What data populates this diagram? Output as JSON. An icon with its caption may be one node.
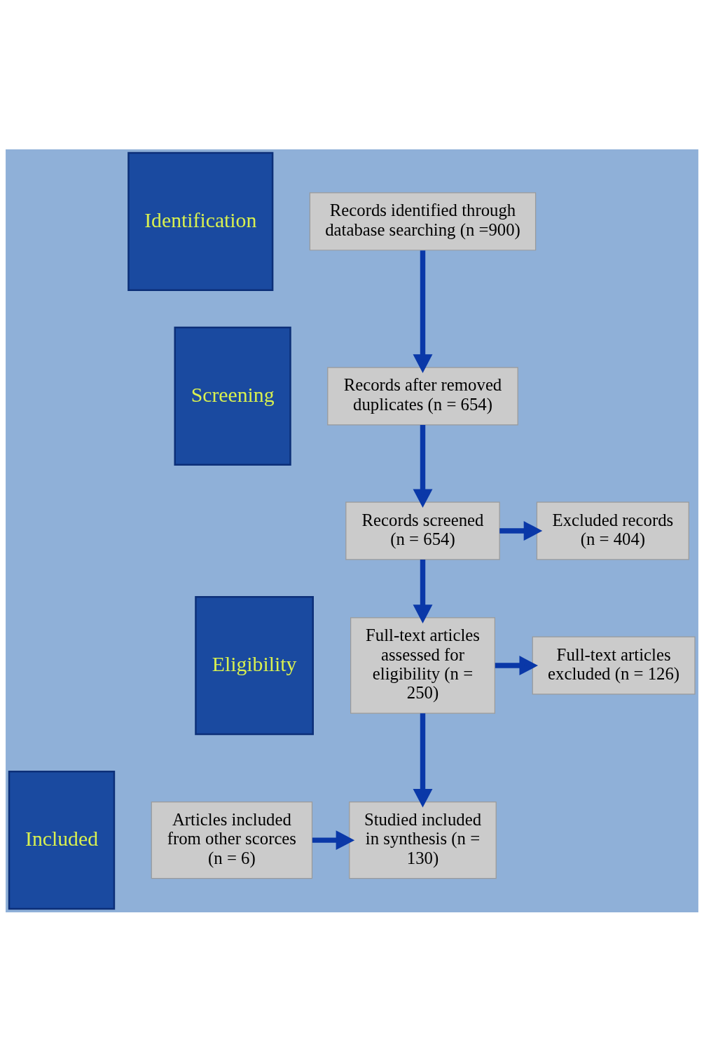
{
  "diagram": {
    "nodes": [
      {
        "text": [
          "Identification"
        ]
      },
      {
        "text": [
          "Screening"
        ]
      },
      {
        "text": [
          "Eligibility"
        ]
      },
      {
        "text": [
          "Included"
        ]
      },
      {
        "text": [
          "Records identified through database searching (n =900)"
        ]
      },
      {
        "text": [
          "Records after removed duplicates (n = 654)"
        ]
      },
      {
        "text": [
          "Records screened (n = 654)"
        ]
      },
      {
        "text": [
          "Excluded records (n = 404)"
        ]
      },
      {
        "text": [
          "Full-text articles assessed for eligibility (n = 250)"
        ]
      },
      {
        "text": [
          "Full-text articles excluded (n = 126)"
        ]
      },
      {
        "text": [
          "Studied included in synthesis (n = 130)"
        ]
      },
      {
        "text": [
          "Articles included from other scorces (n = 6)"
        ]
      }
    ],
    "edges": [
      {
        "from": 4,
        "to": 5,
        "arrow": "to"
      },
      {
        "from": 5,
        "to": 6,
        "arrow": "to"
      },
      {
        "from": 6,
        "to": 7,
        "arrow": "to"
      },
      {
        "from": 6,
        "to": 8,
        "arrow": "to"
      },
      {
        "from": 8,
        "to": 9,
        "arrow": "to"
      },
      {
        "from": 8,
        "to": 10,
        "arrow": "to"
      },
      {
        "from": 11,
        "to": 10,
        "arrow": "to"
      }
    ]
  }
}
